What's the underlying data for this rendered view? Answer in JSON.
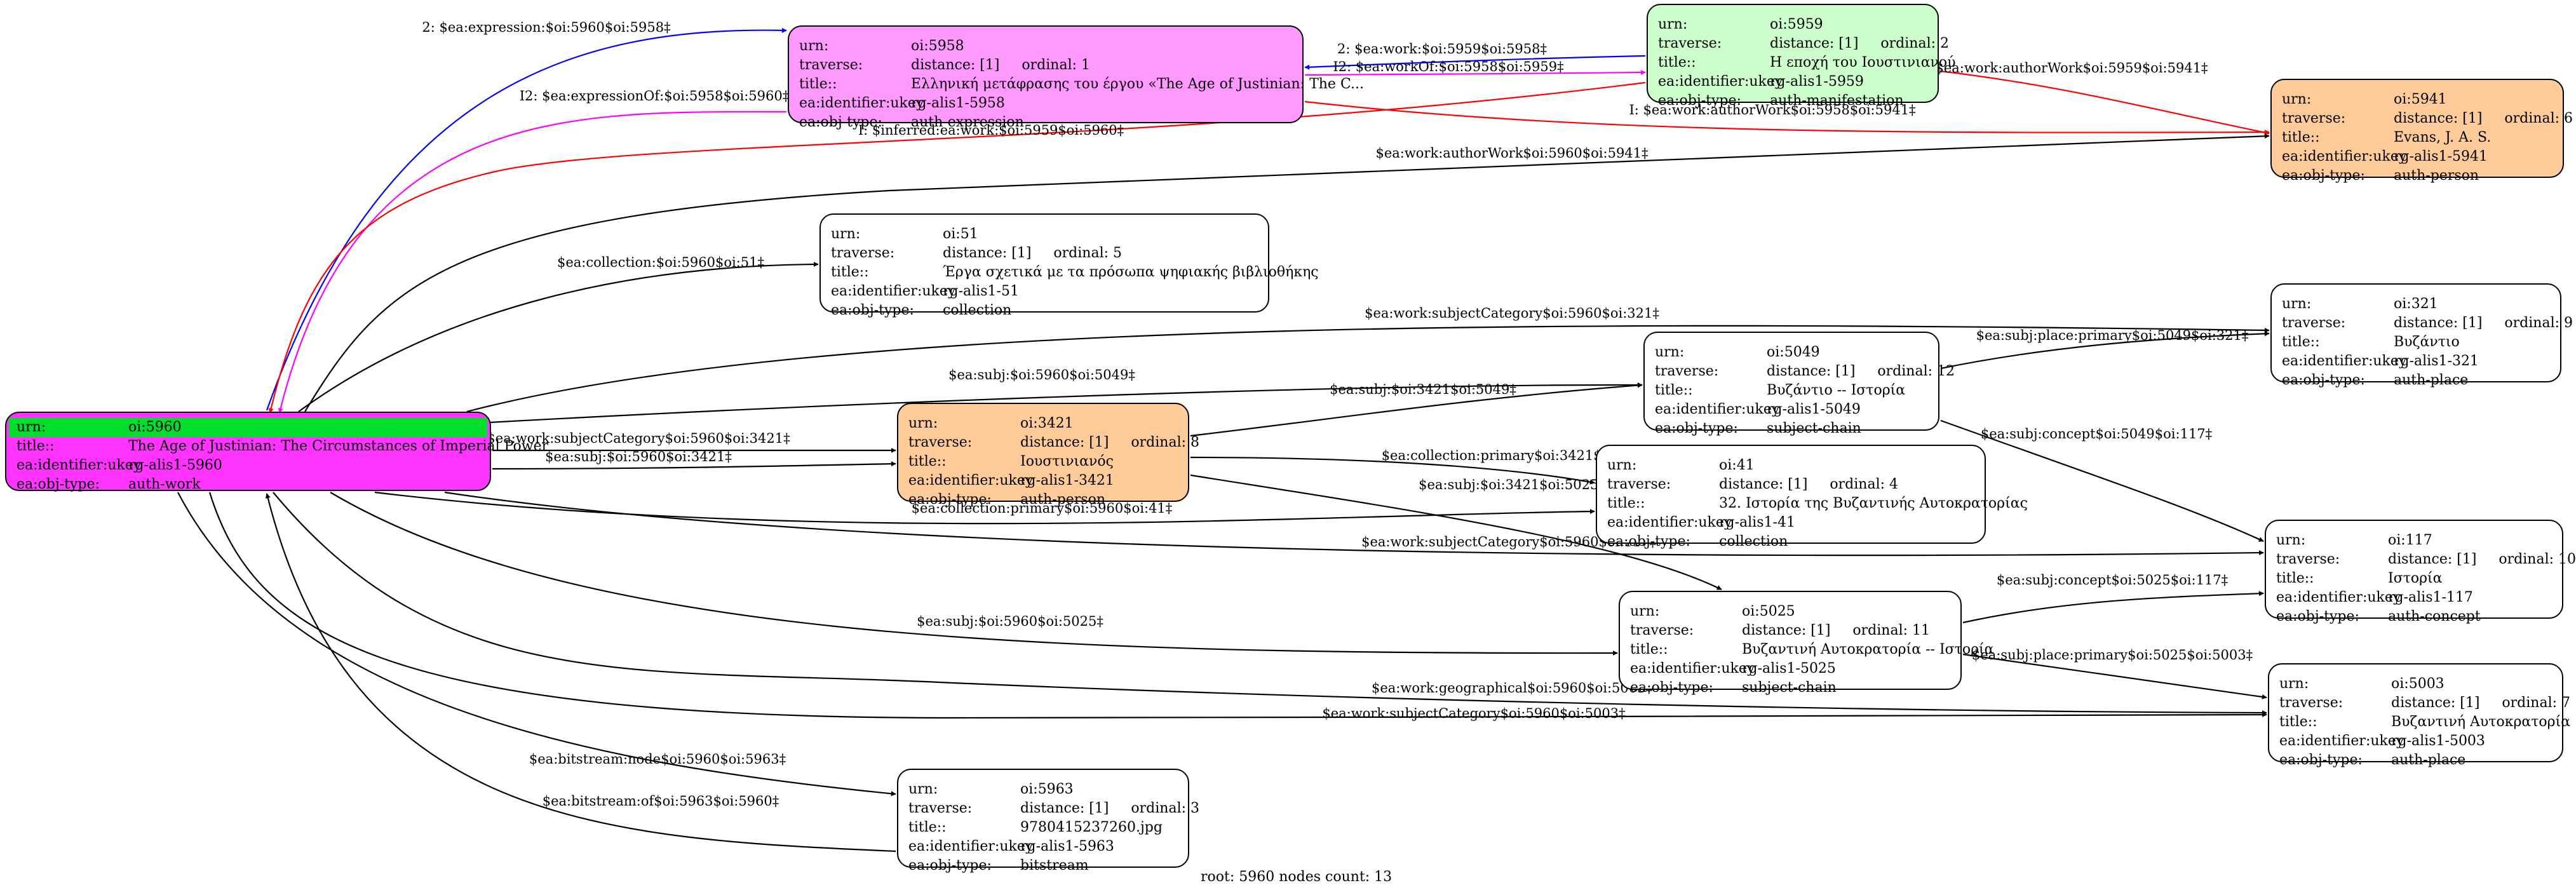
{
  "colors": {
    "root": "#ff33ff",
    "root_first_row": "#00dd2a",
    "expression": "#ff99ff",
    "manifestation": "#ccffcc",
    "person": "#ffcc99",
    "default": "#ffffff",
    "edge_default": "#000000",
    "edge_blue": "#0000ff",
    "edge_magenta": "#ff00ff",
    "edge_red": "#ff0000"
  },
  "nodes": [
    {
      "id": "oi:5960",
      "fill": "#ff33ff",
      "rows": [
        [
          "urn:",
          "oi:5960"
        ],
        [
          "title::",
          "The Age of Justinian: The Circumstances of Imperial Power"
        ],
        [
          "ea:identifier:ukey",
          "rg-alis1-5960"
        ],
        [
          "ea:obj-type:",
          "auth-work"
        ]
      ]
    },
    {
      "id": "oi:5958",
      "fill": "#ff99ff",
      "rows": [
        [
          "urn:",
          "oi:5958"
        ],
        [
          "traverse:",
          "distance: [1]     ordinal: 1"
        ],
        [
          "title::",
          "Ελληνική μετάφρασης του έργου «The Age of Justinian: The C..."
        ],
        [
          "ea:identifier:ukey",
          "rg-alis1-5958"
        ],
        [
          "ea:obj-type:",
          "auth-expression"
        ]
      ]
    },
    {
      "id": "oi:5959",
      "fill": "#ccffcc",
      "rows": [
        [
          "urn:",
          "oi:5959"
        ],
        [
          "traverse:",
          "distance: [1]     ordinal: 2"
        ],
        [
          "title::",
          "Η εποχή του Ιουστινιανού"
        ],
        [
          "ea:identifier:ukey",
          "rg-alis1-5959"
        ],
        [
          "ea:obj-type:",
          "auth-manifestation"
        ]
      ]
    },
    {
      "id": "oi:5941",
      "fill": "#ffcc99",
      "rows": [
        [
          "urn:",
          "oi:5941"
        ],
        [
          "traverse:",
          "distance: [1]     ordinal: 6"
        ],
        [
          "title::",
          "Evans, J. A. S."
        ],
        [
          "ea:identifier:ukey",
          "rg-alis1-5941"
        ],
        [
          "ea:obj-type:",
          "auth-person"
        ]
      ]
    },
    {
      "id": "oi:51",
      "fill": "#ffffff",
      "rows": [
        [
          "urn:",
          "oi:51"
        ],
        [
          "traverse:",
          "distance: [1]     ordinal: 5"
        ],
        [
          "title::",
          "Έργα σχετικά με τα πρόσωπα ψηφιακής βιβλιοθήκης"
        ],
        [
          "ea:identifier:ukey",
          "rg-alis1-51"
        ],
        [
          "ea:obj-type:",
          "collection"
        ]
      ]
    },
    {
      "id": "oi:321",
      "fill": "#ffffff",
      "rows": [
        [
          "urn:",
          "oi:321"
        ],
        [
          "traverse:",
          "distance: [1]     ordinal: 9"
        ],
        [
          "title::",
          "Βυζάντιο"
        ],
        [
          "ea:identifier:ukey",
          "rg-alis1-321"
        ],
        [
          "ea:obj-type:",
          "auth-place"
        ]
      ]
    },
    {
      "id": "oi:5049",
      "fill": "#ffffff",
      "rows": [
        [
          "urn:",
          "oi:5049"
        ],
        [
          "traverse:",
          "distance: [1]     ordinal: 12"
        ],
        [
          "title::",
          "Βυζάντιο -- Ιστορία"
        ],
        [
          "ea:identifier:ukey",
          "rg-alis1-5049"
        ],
        [
          "ea:obj-type:",
          "subject-chain"
        ]
      ]
    },
    {
      "id": "oi:3421",
      "fill": "#ffcc99",
      "rows": [
        [
          "urn:",
          "oi:3421"
        ],
        [
          "traverse:",
          "distance: [1]     ordinal: 8"
        ],
        [
          "title::",
          "Ιουστινιανός"
        ],
        [
          "ea:identifier:ukey",
          "rg-alis1-3421"
        ],
        [
          "ea:obj-type:",
          "auth-person"
        ]
      ]
    },
    {
      "id": "oi:41",
      "fill": "#ffffff",
      "rows": [
        [
          "urn:",
          "oi:41"
        ],
        [
          "traverse:",
          "distance: [1]     ordinal: 4"
        ],
        [
          "title::",
          "32. Ιστορία της Βυζαντινής Αυτοκρατορίας"
        ],
        [
          "ea:identifier:ukey",
          "rg-alis1-41"
        ],
        [
          "ea:obj-type:",
          "collection"
        ]
      ]
    },
    {
      "id": "oi:117",
      "fill": "#ffffff",
      "rows": [
        [
          "urn:",
          "oi:117"
        ],
        [
          "traverse:",
          "distance: [1]     ordinal: 10"
        ],
        [
          "title::",
          "Ιστορία"
        ],
        [
          "ea:identifier:ukey",
          "rg-alis1-117"
        ],
        [
          "ea:obj-type:",
          "auth-concept"
        ]
      ]
    },
    {
      "id": "oi:5025",
      "fill": "#ffffff",
      "rows": [
        [
          "urn:",
          "oi:5025"
        ],
        [
          "traverse:",
          "distance: [1]     ordinal: 11"
        ],
        [
          "title::",
          "Βυζαντινή Αυτοκρατορία -- Ιστορία"
        ],
        [
          "ea:identifier:ukey",
          "rg-alis1-5025"
        ],
        [
          "ea:obj-type:",
          "subject-chain"
        ]
      ]
    },
    {
      "id": "oi:5003",
      "fill": "#ffffff",
      "rows": [
        [
          "urn:",
          "oi:5003"
        ],
        [
          "traverse:",
          "distance: [1]     ordinal: 7"
        ],
        [
          "title::",
          "Βυζαντινή Αυτοκρατορία"
        ],
        [
          "ea:identifier:ukey",
          "rg-alis1-5003"
        ],
        [
          "ea:obj-type:",
          "auth-place"
        ]
      ]
    },
    {
      "id": "oi:5963",
      "fill": "#ffffff",
      "rows": [
        [
          "urn:",
          "oi:5963"
        ],
        [
          "traverse:",
          "distance: [1]     ordinal: 3"
        ],
        [
          "title::",
          "9780415237260.jpg"
        ],
        [
          "ea:identifier:ukey",
          "rg-alis1-5963"
        ],
        [
          "ea:obj-type:",
          "bitstream"
        ]
      ]
    }
  ],
  "edges": [
    {
      "from": "oi:5960",
      "to": "oi:5958",
      "color": "#0000ff",
      "label": "2: $ea:expression:$oi:5960$oi:5958‡"
    },
    {
      "from": "oi:5958",
      "to": "oi:5960",
      "color": "#ff00ff",
      "label": "I2: $ea:expressionOf:$oi:5958$oi:5960‡"
    },
    {
      "from": "oi:5959",
      "to": "oi:5960",
      "color": "#ff0000",
      "label": "I: $inferred:ea:work:$oi:5959$oi:5960‡"
    },
    {
      "from": "oi:5959",
      "to": "oi:5958",
      "color": "#0000ff",
      "label": "2: $ea:work:$oi:5959$oi:5958‡"
    },
    {
      "from": "oi:5958",
      "to": "oi:5959",
      "color": "#ff00ff",
      "label": "I2: $ea:workOf:$oi:5958$oi:5959‡"
    },
    {
      "from": "oi:5959",
      "to": "oi:5941",
      "color": "#ff0000",
      "label": "I: $ea:work:authorWork$oi:5959$oi:5941‡"
    },
    {
      "from": "oi:5958",
      "to": "oi:5941",
      "color": "#ff0000",
      "label": "I: $ea:work:authorWork$oi:5958$oi:5941‡"
    },
    {
      "from": "oi:5960",
      "to": "oi:5941",
      "color": "#000000",
      "label": "$ea:work:authorWork$oi:5960$oi:5941‡"
    },
    {
      "from": "oi:5960",
      "to": "oi:51",
      "color": "#000000",
      "label": "$ea:collection:$oi:5960$oi:51‡"
    },
    {
      "from": "oi:5960",
      "to": "oi:321",
      "color": "#000000",
      "label": "$ea:work:subjectCategory$oi:5960$oi:321‡"
    },
    {
      "from": "oi:5960",
      "to": "oi:5049",
      "color": "#000000",
      "label": "$ea:subj:$oi:5960$oi:5049‡"
    },
    {
      "from": "oi:5960",
      "to": "oi:3421",
      "color": "#000000",
      "label": "$ea:work:subjectCategory$oi:5960$oi:3421‡"
    },
    {
      "from": "oi:5960",
      "to": "oi:3421",
      "color": "#000000",
      "label": "$ea:subj:$oi:5960$oi:3421‡"
    },
    {
      "from": "oi:5960",
      "to": "oi:41",
      "color": "#000000",
      "label": "$ea:collection:primary$oi:5960$oi:41‡"
    },
    {
      "from": "oi:5960",
      "to": "oi:117",
      "color": "#000000",
      "label": "$ea:work:subjectCategory$oi:5960$oi:117‡"
    },
    {
      "from": "oi:5960",
      "to": "oi:5025",
      "color": "#000000",
      "label": "$ea:subj:$oi:5960$oi:5025‡"
    },
    {
      "from": "oi:5960",
      "to": "oi:5003",
      "color": "#000000",
      "label": "$ea:work:geographical$oi:5960$oi:5003‡"
    },
    {
      "from": "oi:5960",
      "to": "oi:5003",
      "color": "#000000",
      "label": "$ea:work:subjectCategory$oi:5960$oi:5003‡"
    },
    {
      "from": "oi:5960",
      "to": "oi:5963",
      "color": "#000000",
      "label": "$ea:bitstream:node$oi:5960$oi:5963‡"
    },
    {
      "from": "oi:5963",
      "to": "oi:5960",
      "color": "#000000",
      "label": "$ea:bitstream:of$oi:5963$oi:5960‡"
    },
    {
      "from": "oi:3421",
      "to": "oi:5049",
      "color": "#000000",
      "label": "$ea:subj:$oi:3421$oi:5049‡"
    },
    {
      "from": "oi:3421",
      "to": "oi:41",
      "color": "#000000",
      "label": "$ea:collection:primary$oi:3421$oi:41‡"
    },
    {
      "from": "oi:3421",
      "to": "oi:5025",
      "color": "#000000",
      "label": "$ea:subj:$oi:3421$oi:5025‡"
    },
    {
      "from": "oi:5049",
      "to": "oi:321",
      "color": "#000000",
      "label": "$ea:subj:place:primary$oi:5049$oi:321‡"
    },
    {
      "from": "oi:5049",
      "to": "oi:117",
      "color": "#000000",
      "label": "$ea:subj:concept$oi:5049$oi:117‡"
    },
    {
      "from": "oi:5025",
      "to": "oi:117",
      "color": "#000000",
      "label": "$ea:subj:concept$oi:5025$oi:117‡"
    },
    {
      "from": "oi:5025",
      "to": "oi:5003",
      "color": "#000000",
      "label": "$ea:subj:place:primary$oi:5025$oi:5003‡"
    }
  ],
  "footer": "root: 5960 nodes count: 13"
}
